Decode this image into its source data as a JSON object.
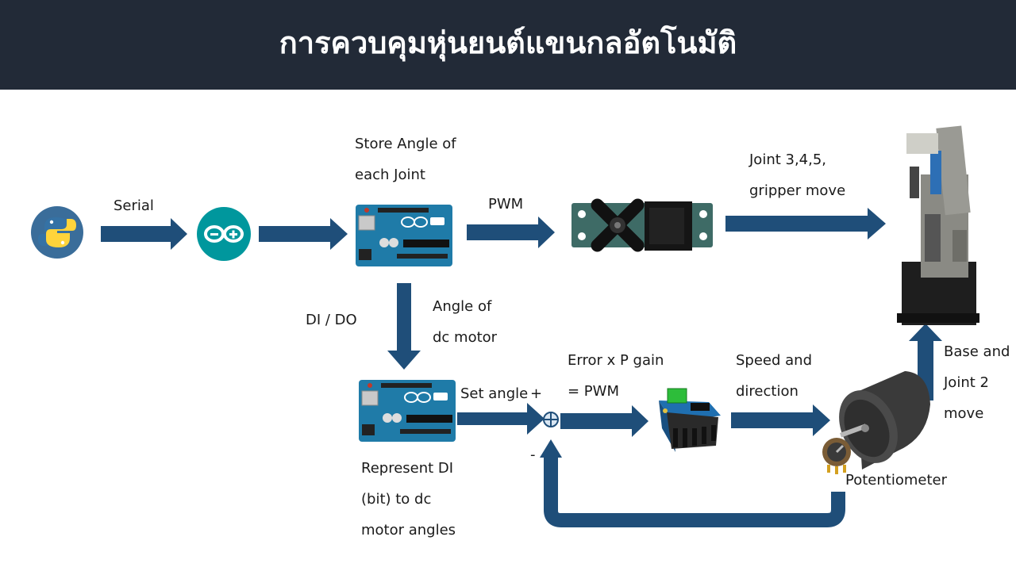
{
  "title": "การควบคุมหุ่นยนต์แขนกลอัตโนมัติ",
  "colors": {
    "header_bg": "#222a37",
    "arrow": "#1f4e79",
    "board": "#1f7ba8",
    "python_blue": "#3572a5",
    "python_yellow": "#ffd43b",
    "arduino_teal": "#00979d"
  },
  "icons": {
    "python": "python-logo-icon",
    "arduino": "arduino-logo-icon",
    "board": "arduino-uno-board",
    "servo": "servo-motor",
    "driver": "motor-driver-board",
    "dc_motor": "dc-motor",
    "robot": "robot-arm",
    "sum": "summing-junction"
  },
  "labels": {
    "serial": "Serial",
    "store_angle_1": "Store Angle of",
    "store_angle_2": "each Joint",
    "pwm": "PWM",
    "joint345_1": "Joint 3,4,5,",
    "joint345_2": "gripper move",
    "di_do": "DI / DO",
    "angle_dc_1": "Angle of",
    "angle_dc_2": "dc motor",
    "error_1": "Error x P gain",
    "error_2": "=  PWM",
    "speed_1": "Speed and",
    "speed_2": "direction",
    "base_1": "Base and",
    "base_2": "Joint 2",
    "base_3": "move",
    "set_angle": "Set angle",
    "plus": "+",
    "minus": "-",
    "represent_1": "Represent DI",
    "represent_2": "(bit) to dc",
    "represent_3": "motor angles",
    "potentiometer": "Potentiometer"
  }
}
